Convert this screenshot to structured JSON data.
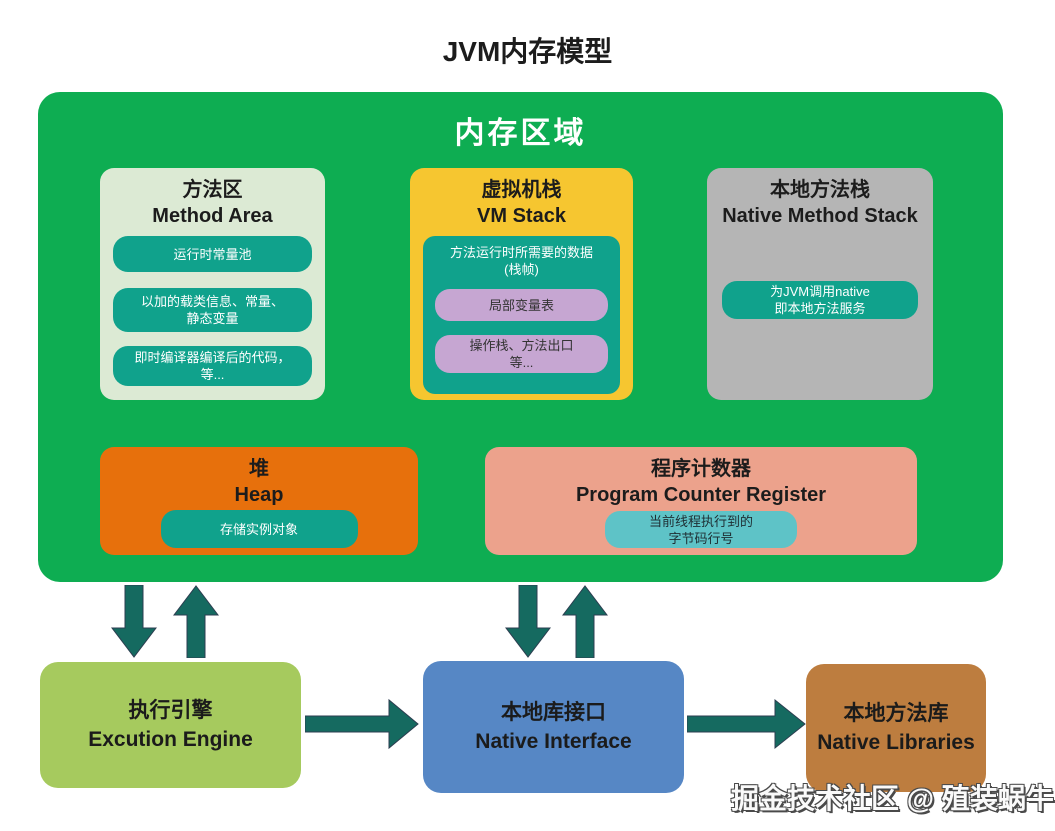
{
  "title": "JVM内存模型",
  "watermark": "掘金技术社区 @ 殖装蜗牛",
  "colors": {
    "region_green": "#0ead52",
    "method_area_bg": "#dcead4",
    "vm_stack_bg": "#f6c630",
    "native_method_stack_bg": "#b5b5b5",
    "heap_bg": "#e7700c",
    "program_counter_bg": "#eca28c",
    "teal_pill": "#10a28c",
    "purple_pill": "#c6a6d2",
    "cyan_pill": "#5ec3c7",
    "execution_engine_bg": "#a6ca5e",
    "native_interface_bg": "#5687c5",
    "native_libraries_bg": "#bd7d3f",
    "arrow": "#156a60"
  },
  "memory_region": {
    "header": "内存区域",
    "method_area": {
      "name_zh": "方法区",
      "name_en": "Method Area",
      "items": [
        {
          "lines": [
            "运行时常量池",
            ""
          ]
        },
        {
          "lines": [
            "以加的载类信息、常量、",
            "静态变量"
          ]
        },
        {
          "lines": [
            "即时编译器编译后的代码，",
            "等..."
          ]
        }
      ]
    },
    "vm_stack": {
      "name_zh": "虚拟机栈",
      "name_en": "VM Stack",
      "frame_note": {
        "lines": [
          "方法运行时所需要的数据",
          "(栈帧)"
        ]
      },
      "items": [
        {
          "lines": [
            "局部变量表",
            ""
          ]
        },
        {
          "lines": [
            "操作栈、方法出口",
            "等..."
          ]
        }
      ]
    },
    "native_method_stack": {
      "name_zh": "本地方法栈",
      "name_en": "Native Method Stack",
      "items": [
        {
          "lines": [
            "为JVM调用native",
            "即本地方法服务"
          ]
        }
      ]
    },
    "heap": {
      "name_zh": "堆",
      "name_en": "Heap",
      "items": [
        {
          "lines": [
            "存储实例对象",
            ""
          ]
        }
      ]
    },
    "program_counter": {
      "name_zh": "程序计数器",
      "name_en": "Program Counter Register",
      "items": [
        {
          "lines": [
            "当前线程执行到的",
            "字节码行号"
          ]
        }
      ]
    }
  },
  "bottom_row": {
    "execution_engine": {
      "name_zh": "执行引擎",
      "name_en": "Excution Engine"
    },
    "native_interface": {
      "name_zh": "本地库接口",
      "name_en": "Native Interface"
    },
    "native_libraries": {
      "name_zh": "本地方法库",
      "name_en": "Native Libraries"
    }
  },
  "arrows": {
    "color": "#156a60",
    "vertical_pairs": [
      "memory-region ↕ execution-engine",
      "memory-region ↕ native-interface"
    ],
    "horizontal": [
      "execution-engine → native-interface",
      "native-interface → native-libraries"
    ]
  }
}
